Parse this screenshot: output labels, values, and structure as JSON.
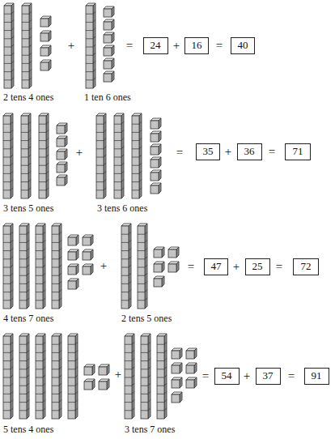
{
  "diagram": {
    "nodes": [
      {
        "text": [
          "24"
        ]
      },
      {
        "text": [
          "16"
        ]
      },
      {
        "text": [
          "40"
        ]
      },
      {
        "text": [
          "35"
        ]
      },
      {
        "text": [
          "36"
        ]
      },
      {
        "text": [
          "71"
        ]
      },
      {
        "text": [
          "47"
        ]
      },
      {
        "text": [
          "25"
        ]
      },
      {
        "text": [
          "72"
        ]
      },
      {
        "text": [
          "54"
        ]
      },
      {
        "text": [
          "37"
        ]
      },
      {
        "text": [
          "91"
        ]
      }
    ],
    "labels": [
      "+",
      "=",
      "+",
      "=",
      "2 tens 4 ones",
      "1 ten 6 ones",
      "+",
      "=",
      "+",
      "=",
      "3 tens 5 ones",
      "3 tens 6 ones",
      "+",
      "=",
      "+",
      "=",
      "4 tens 7 ones",
      "2 tens 5 ones",
      "+",
      "=",
      "+",
      "=",
      "5 tens 4 ones",
      "3 tens 7 ones"
    ]
  }
}
